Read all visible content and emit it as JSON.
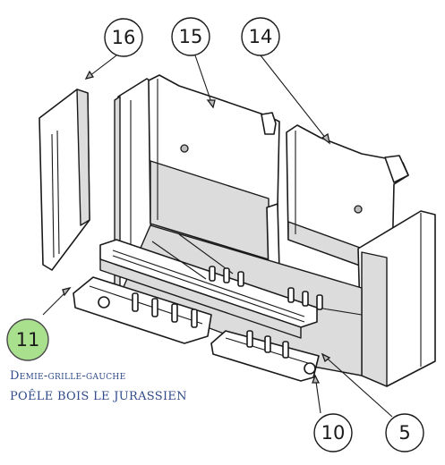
{
  "callouts": [
    {
      "id": "c16",
      "label": "16"
    },
    {
      "id": "c15",
      "label": "15"
    },
    {
      "id": "c14",
      "label": "14"
    },
    {
      "id": "c11",
      "label": "11",
      "highlight": true
    },
    {
      "id": "c10",
      "label": "10"
    },
    {
      "id": "c5",
      "label": "5"
    }
  ],
  "caption": {
    "line1": "Demie-grille-gauche",
    "line2": "POÊLE BOIS LE JURASSIEN"
  },
  "colors": {
    "highlight_fill": "#a8e08e",
    "caption_text": "#2e4a8a",
    "line": "#1a1a1a"
  }
}
